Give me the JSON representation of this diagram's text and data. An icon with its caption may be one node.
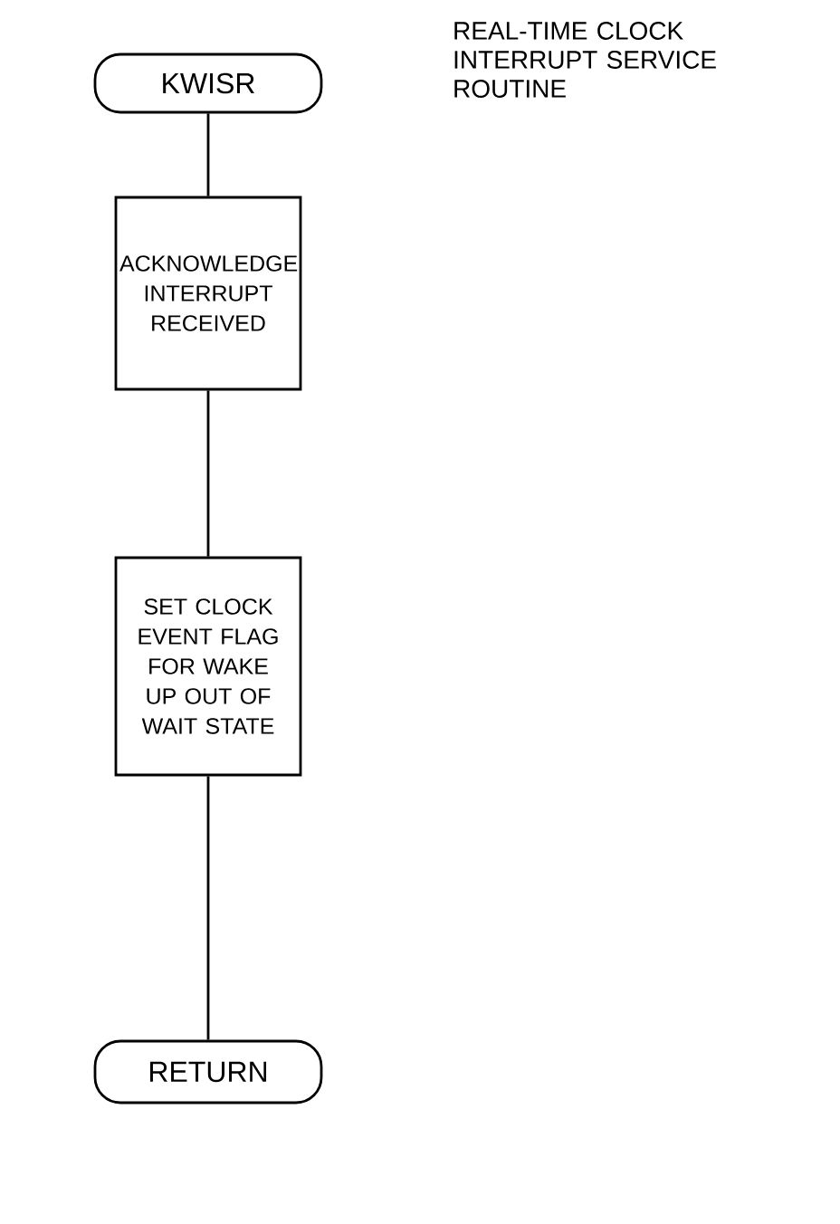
{
  "diagram": {
    "title": "REAL-TIME CLOCK INTERRUPT SERVICE ROUTINE",
    "nodes": [
      {
        "text": [
          "KWISR"
        ]
      },
      {
        "text": [
          "ACKNOWLEDGE INTERRUPT RECEIVED"
        ]
      },
      {
        "text": [
          "SET CLOCK EVENT FLAG FOR WAKE UP OUT OF WAIT STATE"
        ]
      },
      {
        "text": [
          "RETURN"
        ]
      }
    ],
    "edges": [
      {
        "from": 0,
        "to": 1,
        "arrow": "none"
      },
      {
        "from": 1,
        "to": 2,
        "arrow": "none"
      },
      {
        "from": 2,
        "to": 3,
        "arrow": "none"
      }
    ]
  }
}
